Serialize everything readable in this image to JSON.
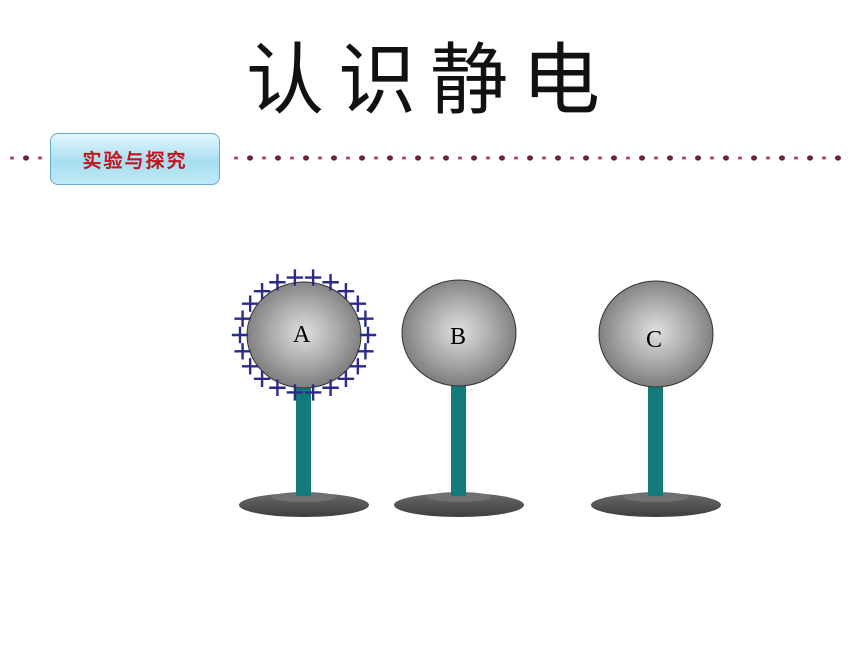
{
  "title": "认识静电",
  "badge": {
    "label": "实验与探究"
  },
  "spheres": [
    {
      "label": "A",
      "charge": "positive"
    },
    {
      "label": "B",
      "charge": "none"
    },
    {
      "label": "C",
      "charge": "none"
    }
  ],
  "colors": {
    "stand_pole": "#127a7a",
    "sphere": "#9a9a9a",
    "charge_sign": "#2a2a8a",
    "badge_text": "#c0161b",
    "divider": "#6b2140"
  }
}
